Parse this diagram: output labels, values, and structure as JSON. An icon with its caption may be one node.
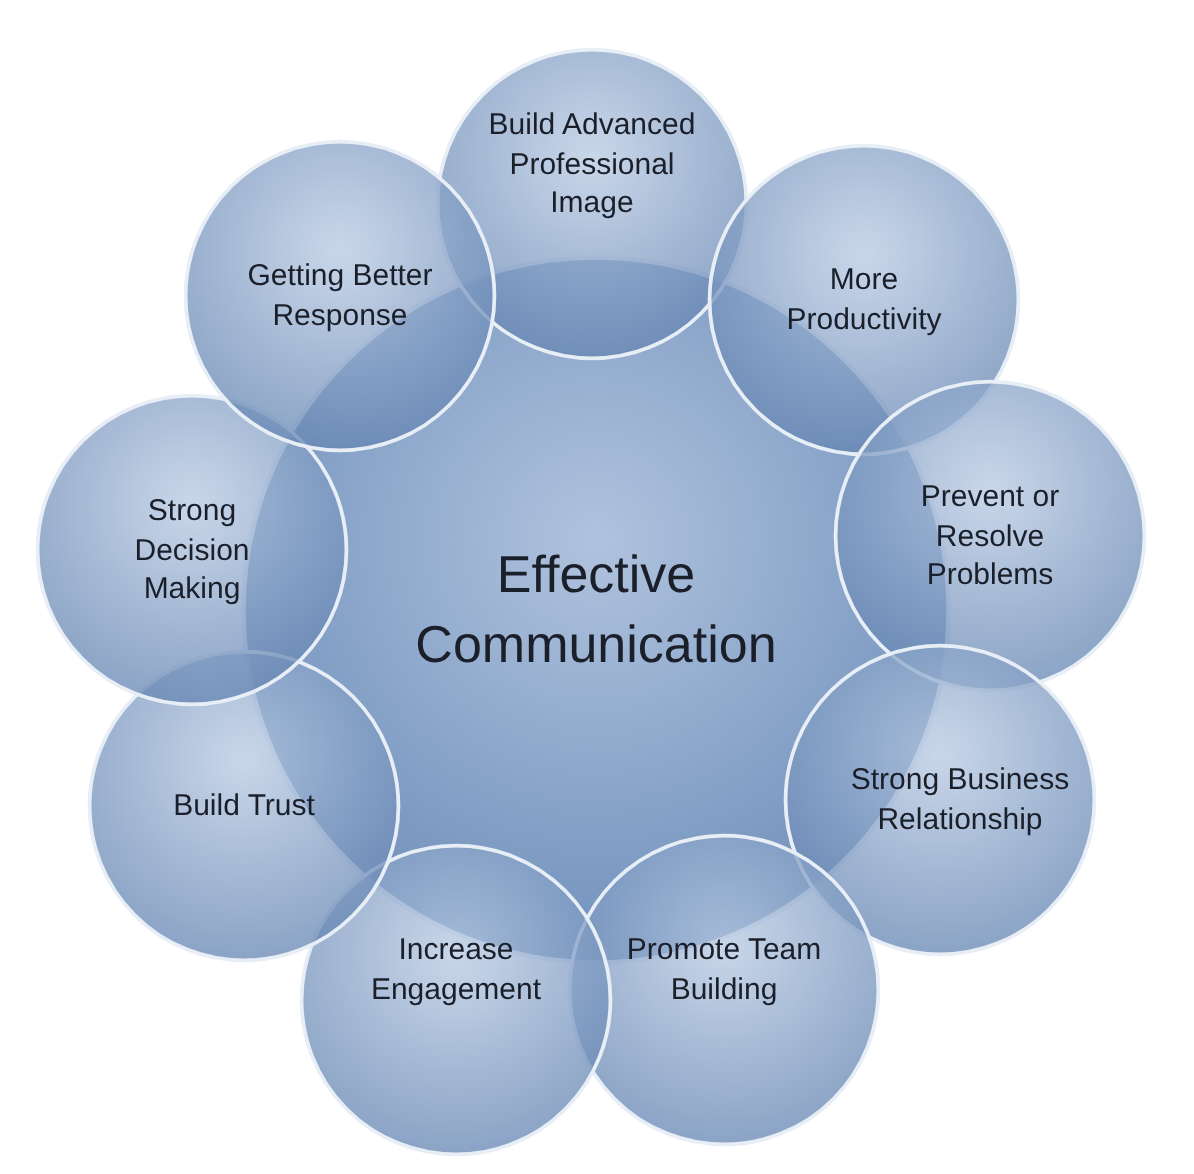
{
  "diagram": {
    "nodes": [
      {
        "text": [
          "Effective Communication"
        ]
      },
      {
        "text": [
          "Build Advanced Professional Image"
        ]
      },
      {
        "text": [
          "More Productivity"
        ]
      },
      {
        "text": [
          "Prevent or Resolve Problems"
        ]
      },
      {
        "text": [
          "Strong Business Relationship"
        ]
      },
      {
        "text": [
          "Promote Team Building"
        ]
      },
      {
        "text": [
          "Increase Engagement"
        ]
      },
      {
        "text": [
          "Build Trust"
        ]
      },
      {
        "text": [
          "Strong Decision Making"
        ]
      },
      {
        "text": [
          "Getting Better Response"
        ]
      }
    ]
  }
}
